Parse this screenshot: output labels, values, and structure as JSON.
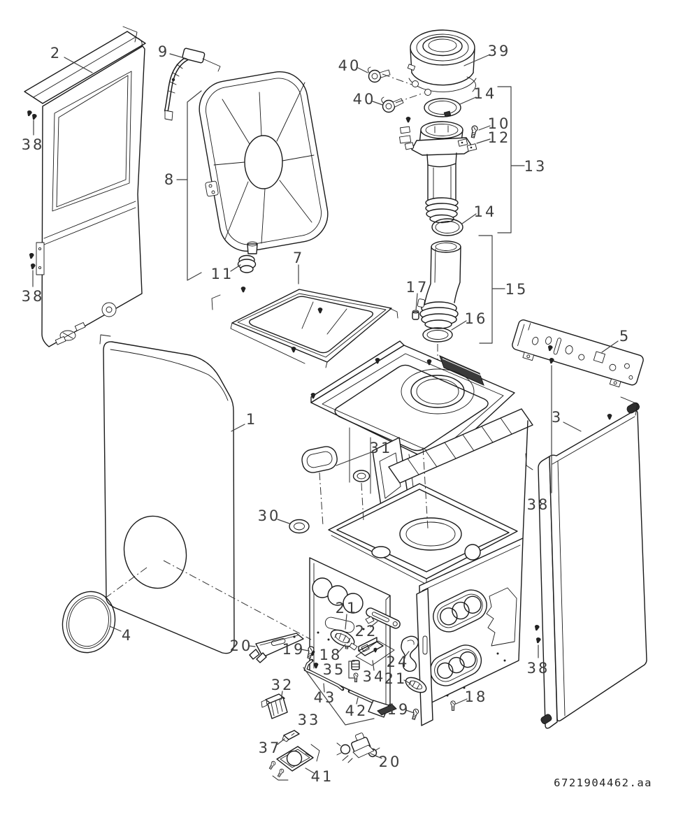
{
  "diagram": {
    "type": "exploded-view-parts-diagram",
    "description": "Exploded view line drawing of a wall-mounted gas boiler: casing panels, expansion vessel, flue adapter and pipes, chassis frame and small fixing parts",
    "drawing_number": "6721904462.aa",
    "colors": {
      "ink": "#1a1a1a",
      "background": "#ffffff",
      "label": "#3d3d3d"
    },
    "callouts": [
      {
        "id": "part-2",
        "label": "2"
      },
      {
        "id": "part-9",
        "label": "9"
      },
      {
        "id": "part-38-back-upper",
        "label": "38"
      },
      {
        "id": "part-38-back-lower",
        "label": "38"
      },
      {
        "id": "part-8",
        "label": "8"
      },
      {
        "id": "part-40-upper",
        "label": "40"
      },
      {
        "id": "part-40-lower",
        "label": "40"
      },
      {
        "id": "part-39",
        "label": "39"
      },
      {
        "id": "part-14-upper",
        "label": "14"
      },
      {
        "id": "part-10",
        "label": "10"
      },
      {
        "id": "part-12",
        "label": "12"
      },
      {
        "id": "part-13",
        "label": "13"
      },
      {
        "id": "part-14-lower",
        "label": "14"
      },
      {
        "id": "part-11",
        "label": "11"
      },
      {
        "id": "part-7",
        "label": "7"
      },
      {
        "id": "part-17",
        "label": "17"
      },
      {
        "id": "part-16",
        "label": "16"
      },
      {
        "id": "part-15",
        "label": "15"
      },
      {
        "id": "part-5",
        "label": "5"
      },
      {
        "id": "part-3",
        "label": "3"
      },
      {
        "id": "part-38-right-upper",
        "label": "38"
      },
      {
        "id": "part-38-right-lower",
        "label": "38"
      },
      {
        "id": "part-1",
        "label": "1"
      },
      {
        "id": "part-31",
        "label": "31"
      },
      {
        "id": "part-30",
        "label": "30"
      },
      {
        "id": "part-4",
        "label": "4"
      },
      {
        "id": "part-20-left",
        "label": "20"
      },
      {
        "id": "part-19-left",
        "label": "19"
      },
      {
        "id": "part-18-left",
        "label": "18"
      },
      {
        "id": "part-21-upper",
        "label": "21"
      },
      {
        "id": "part-22",
        "label": "22"
      },
      {
        "id": "part-24",
        "label": "24"
      },
      {
        "id": "part-34",
        "label": "34"
      },
      {
        "id": "part-35",
        "label": "35"
      },
      {
        "id": "part-21-lower",
        "label": "21"
      },
      {
        "id": "part-32",
        "label": "32"
      },
      {
        "id": "part-43",
        "label": "43"
      },
      {
        "id": "part-42",
        "label": "42"
      },
      {
        "id": "part-33",
        "label": "33"
      },
      {
        "id": "part-19-right",
        "label": "19"
      },
      {
        "id": "part-18-right",
        "label": "18"
      },
      {
        "id": "part-37",
        "label": "37"
      },
      {
        "id": "part-41",
        "label": "41"
      },
      {
        "id": "part-20-bottom",
        "label": "20"
      }
    ]
  }
}
